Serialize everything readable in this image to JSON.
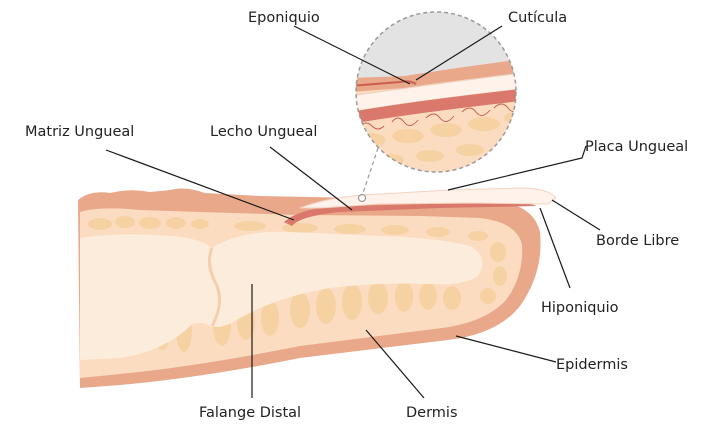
{
  "labels": {
    "eponiquio": "Eponiquio",
    "cuticula": "Cutícula",
    "matriz_ungueal": "Matriz Ungueal",
    "lecho_ungueal": "Lecho Ungueal",
    "placa_ungueal": "Placa Ungueal",
    "borde_libre": "Borde Libre",
    "hiponiquio": "Hiponiquio",
    "epidermis": "Epidermis",
    "falange_distal": "Falange Distal",
    "dermis": "Dermis"
  },
  "colors": {
    "epidermis": "#e9a88a",
    "dermis": "#fbdcc0",
    "fat_lobule": "#f6d2a3",
    "bone": "#fcecdc",
    "nail_plate": "#fff2ea",
    "nail_bed": "#d9786b",
    "leader_line": "#1a1a1a",
    "zoom_border": "#9a9a9a"
  }
}
